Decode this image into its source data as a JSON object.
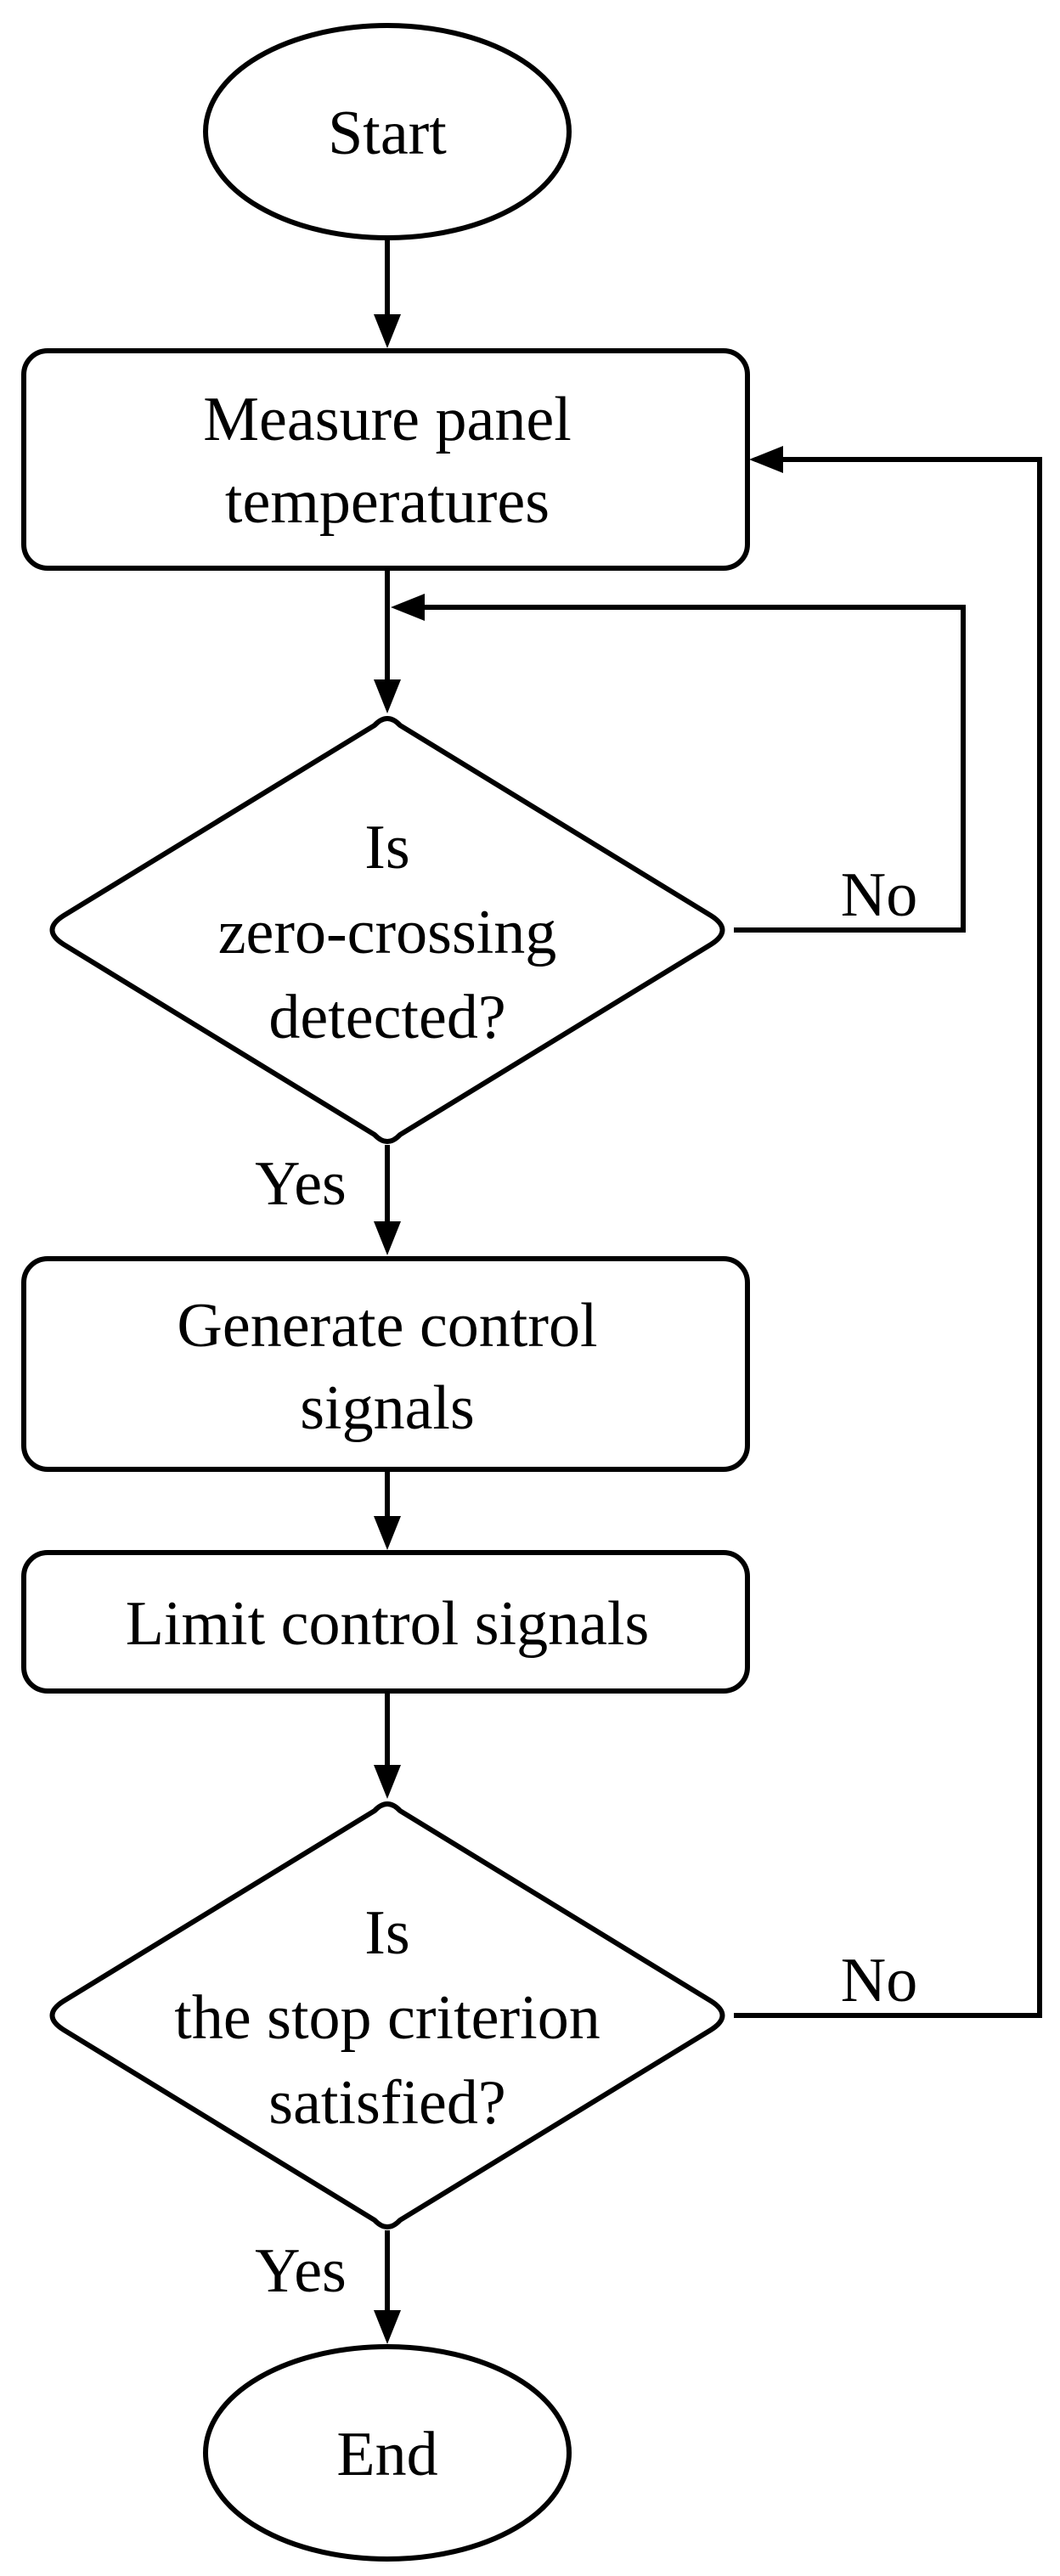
{
  "flowchart": {
    "start": {
      "label": "Start"
    },
    "measure": {
      "lines": [
        "Measure panel",
        "temperatures"
      ]
    },
    "decision_zero": {
      "lines": [
        "Is",
        "zero-crossing",
        "detected?"
      ]
    },
    "decision_zero_no": "No",
    "decision_zero_yes": "Yes",
    "generate": {
      "lines": [
        "Generate control",
        "signals"
      ]
    },
    "limit": {
      "label": "Limit control signals"
    },
    "decision_stop": {
      "lines": [
        "Is",
        "the stop criterion",
        "satisfied?"
      ]
    },
    "decision_stop_no": "No",
    "decision_stop_yes": "Yes",
    "end": {
      "label": "End"
    }
  }
}
